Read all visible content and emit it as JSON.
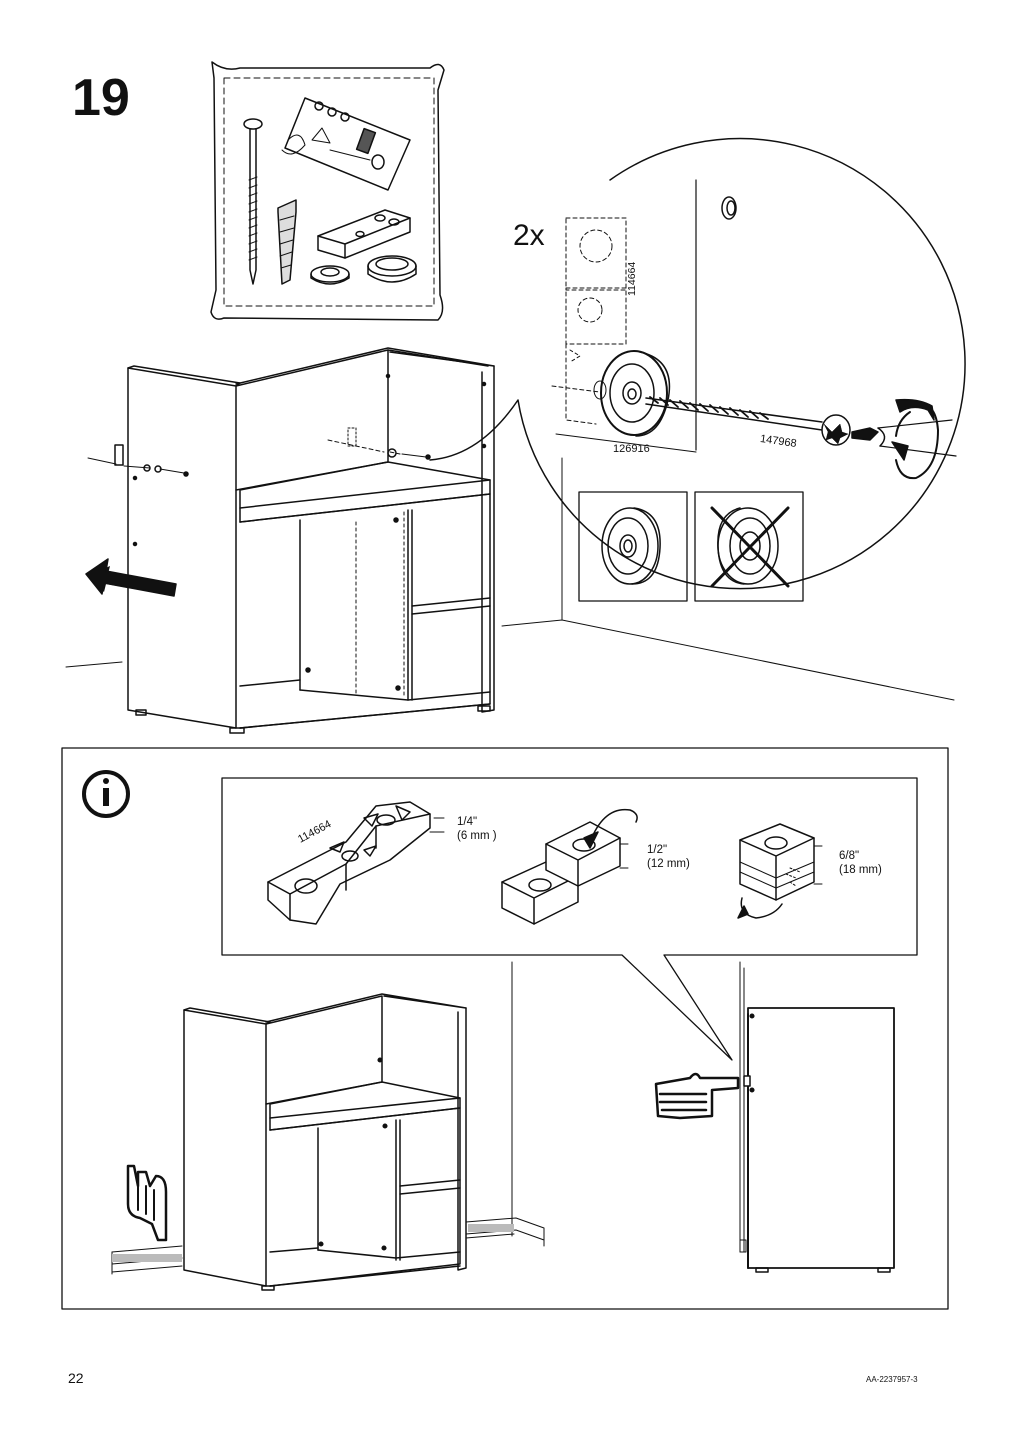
{
  "page": {
    "step_number": "19",
    "page_number": "22",
    "document_code": "AA-2237957-3"
  },
  "detail": {
    "quantity": "2x",
    "parts": {
      "bracket": "114664",
      "washer": "126916",
      "screw": "147968"
    }
  },
  "info_panel": {
    "bracket_label": "114664",
    "measurements": [
      {
        "inch": "1/4\"",
        "mm": "(6 mm )"
      },
      {
        "inch": "1/2\"",
        "mm": "(12 mm)"
      },
      {
        "inch": "6/8\"",
        "mm": "(18 mm)"
      }
    ]
  },
  "icons": {
    "info": "info-icon",
    "correct": "washer-correct-icon",
    "incorrect": "washer-incorrect-icon"
  }
}
